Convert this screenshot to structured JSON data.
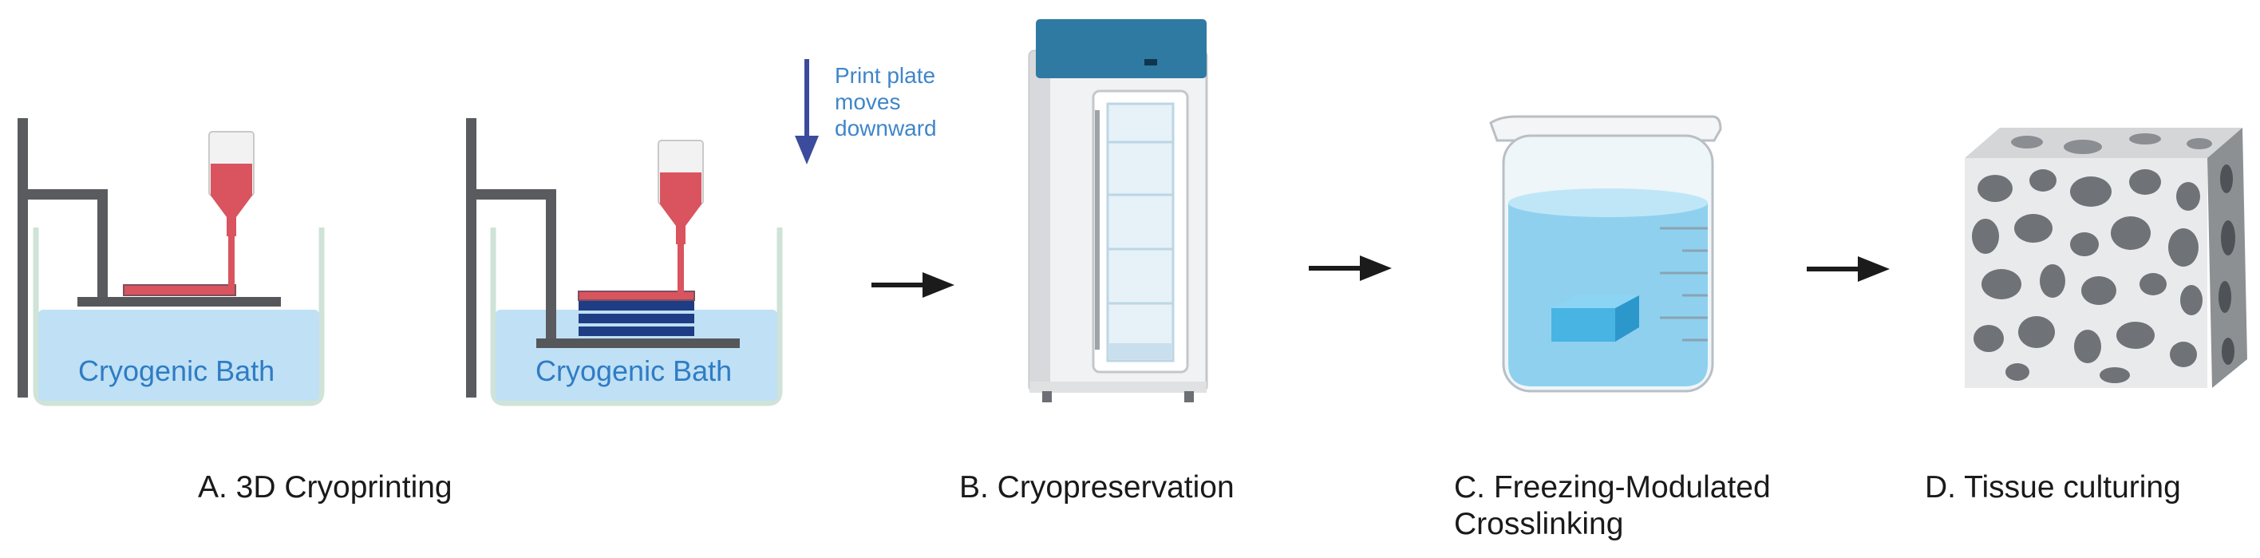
{
  "labels": {
    "bath_1": "Cryogenic Bath",
    "bath_2": "Cryogenic Bath",
    "print_note": [
      "Print plate",
      "moves",
      "downward"
    ]
  },
  "captions": {
    "a": "A. 3D Cryoprinting",
    "b": "B. Cryopreservation",
    "c_line1": "C. Freezing-Modulated",
    "c_line2": "Crosslinking",
    "d": "D. Tissue culturing"
  },
  "colors": {
    "frame": "#5a5b5f",
    "bath_water": "#bfe0f5",
    "bath_outline": "#cfe3d8",
    "ink": "#d9545e",
    "layer_blue": "#1f3d84",
    "arrow_down": "#3c4c9c",
    "fridge_top": "#2f7aa3",
    "beaker_water": "#8fd0ef",
    "cube": "#47b4e4"
  }
}
